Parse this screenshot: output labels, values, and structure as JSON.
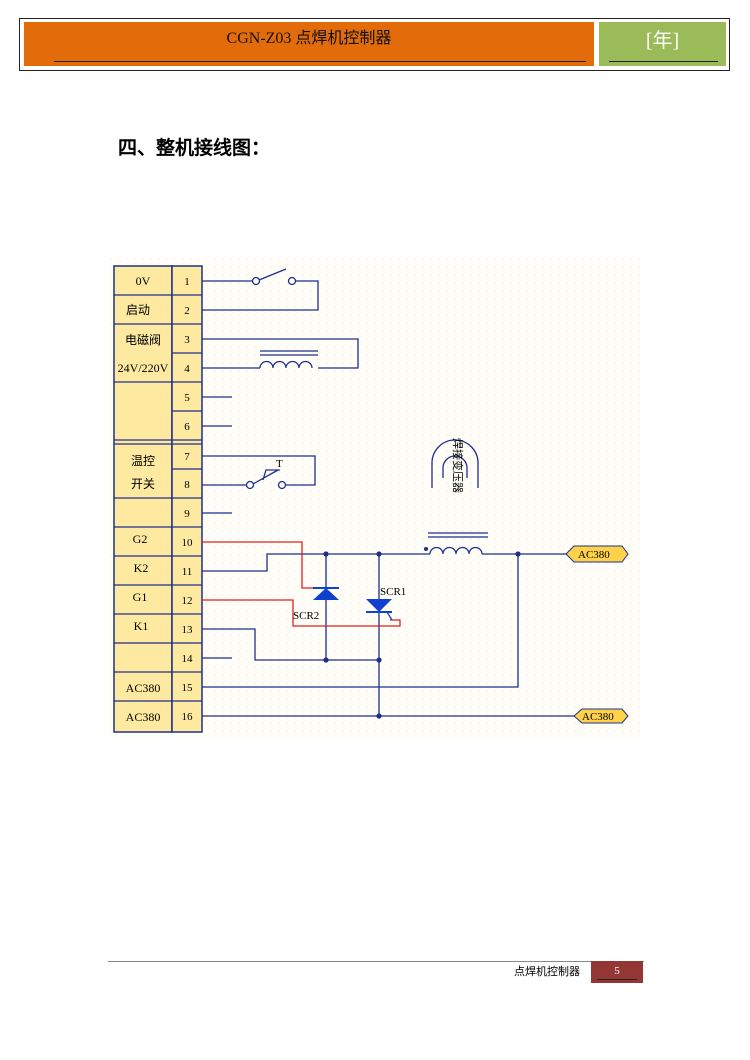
{
  "header": {
    "title": "CGN-Z03 点焊机控制器",
    "year": "[年]"
  },
  "heading": "四、整机接线图：",
  "diagram": {
    "terminal_labels": [
      "0V",
      "启动",
      "电磁阀",
      "24V/220V",
      "温控",
      "开关",
      "G2",
      "K2",
      "G1",
      "K1",
      "AC380",
      "AC380"
    ],
    "terminal_numbers": [
      "1",
      "2",
      "3",
      "4",
      "5",
      "6",
      "7",
      "8",
      "9",
      "10",
      "11",
      "12",
      "13",
      "14",
      "15",
      "16"
    ],
    "switch_label": "T",
    "transformer_label": "焊接变压器",
    "scr1_label": "SCR1",
    "scr2_label": "SCR2",
    "ac_top": "AC380",
    "ac_bottom": "AC380",
    "colors": {
      "wire": "#1f2f8a",
      "gate_wire": "#e02020",
      "scr": "#1040d0",
      "terminal_fill": "#fde9a0",
      "ac_tag": "#ffd24a"
    }
  },
  "footer": {
    "text": "点焊机控制器",
    "page": "5"
  }
}
